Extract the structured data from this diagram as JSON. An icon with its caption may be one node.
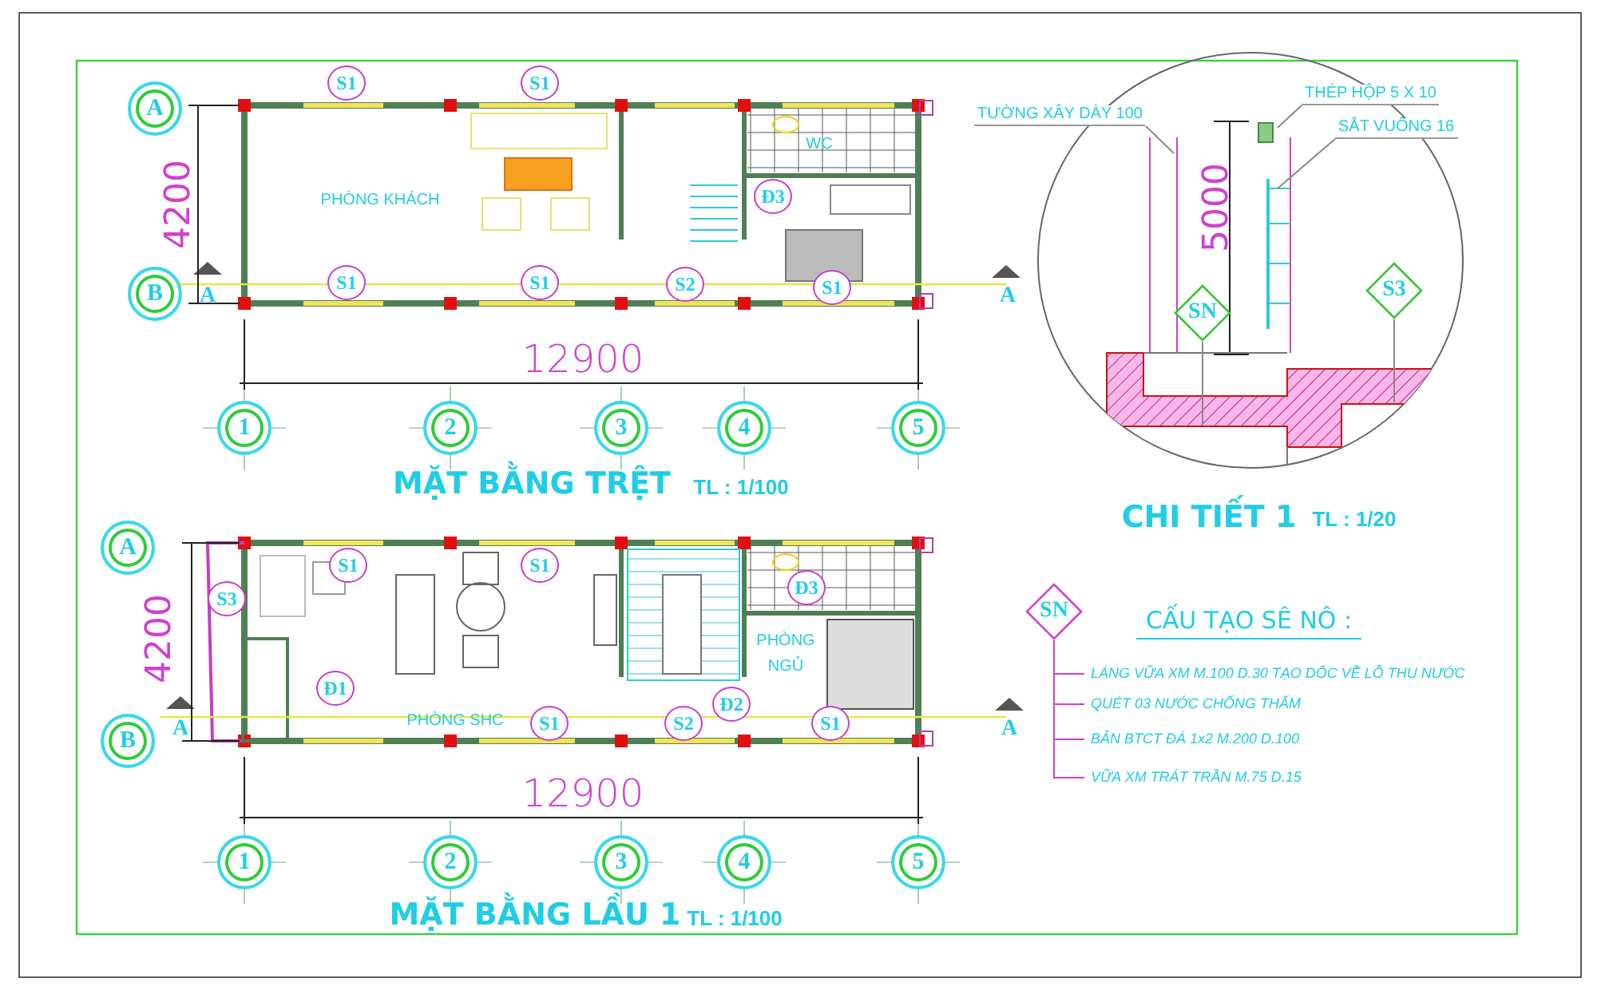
{
  "diagram": {
    "nodes": [
      {
        "text": [
          "A"
        ]
      },
      {
        "text": [
          "B"
        ]
      },
      {
        "text": [
          "1"
        ]
      },
      {
        "text": [
          "2"
        ]
      },
      {
        "text": [
          "3"
        ]
      },
      {
        "text": [
          "4"
        ]
      },
      {
        "text": [
          "5"
        ]
      },
      {
        "text": [
          "S1"
        ]
      },
      {
        "text": [
          "S1"
        ]
      },
      {
        "text": [
          "Đ3"
        ]
      },
      {
        "text": [
          "S1"
        ]
      },
      {
        "text": [
          "S1"
        ]
      },
      {
        "text": [
          "S2"
        ]
      },
      {
        "text": [
          "S1"
        ]
      },
      {
        "text": [
          "A"
        ]
      },
      {
        "text": [
          "B"
        ]
      },
      {
        "text": [
          "1"
        ]
      },
      {
        "text": [
          "2"
        ]
      },
      {
        "text": [
          "3"
        ]
      },
      {
        "text": [
          "4"
        ]
      },
      {
        "text": [
          "5"
        ]
      },
      {
        "text": [
          "S1"
        ]
      },
      {
        "text": [
          "S1"
        ]
      },
      {
        "text": [
          "S3"
        ]
      },
      {
        "text": [
          "Đ3"
        ]
      },
      {
        "text": [
          "Đ1"
        ]
      },
      {
        "text": [
          "Đ2"
        ]
      },
      {
        "text": [
          "S1"
        ]
      },
      {
        "text": [
          "S2"
        ]
      },
      {
        "text": [
          "S1"
        ]
      },
      {
        "text": [
          "TƯỜNG XÂY DÀY 100"
        ]
      },
      {
        "text": [
          "THÉP HỘP 5 X 10"
        ]
      },
      {
        "text": [
          "SẮT VUÔNG 16"
        ]
      },
      {
        "text": [
          "SN"
        ]
      },
      {
        "text": [
          "S3"
        ]
      },
      {
        "text": [
          "SN"
        ]
      },
      {
        "text": [
          "LÁNG VỮA XM M.100 D.30 TẠO DỐC VỀ LỖ THU NƯỚC"
        ]
      },
      {
        "text": [
          "QUÉT 03 NƯỚC CHỐNG THẤM"
        ]
      },
      {
        "text": [
          "BẢN BTCT ĐÁ 1x2 M.200 D.100"
        ]
      },
      {
        "text": [
          "VỮA XM TRÁT TRẦN M.75 D.15"
        ]
      }
    ],
    "edges": [
      {
        "from": 30,
        "to": null,
        "arrow": "none"
      },
      {
        "from": 31,
        "to": null,
        "arrow": "none"
      },
      {
        "from": 32,
        "to": null,
        "arrow": "none"
      },
      {
        "from": 33,
        "to": null,
        "arrow": "none"
      },
      {
        "from": 34,
        "to": null,
        "arrow": "none"
      },
      {
        "from": 35,
        "to": 36,
        "arrow": "none"
      },
      {
        "from": 35,
        "to": 37,
        "arrow": "none"
      },
      {
        "from": 35,
        "to": 38,
        "arrow": "none"
      },
      {
        "from": 35,
        "to": 39,
        "arrow": "none"
      }
    ],
    "labels": [
      "A",
      "PHÒNG KHÁCH",
      "WC",
      "A",
      "4200",
      "12900",
      "MẶT BẰNG TRỆT",
      "TL : 1/100",
      "5000",
      "CHI TIẾT 1",
      "TL : 1/20",
      "A",
      "4200",
      "PHÒNG NGỦ",
      "PHÒNG SHC",
      "A",
      "12900",
      "CẤU TẠO SÊ NÔ :",
      "MẶT BẰNG LẦU 1",
      "TL : 1/100"
    ]
  }
}
